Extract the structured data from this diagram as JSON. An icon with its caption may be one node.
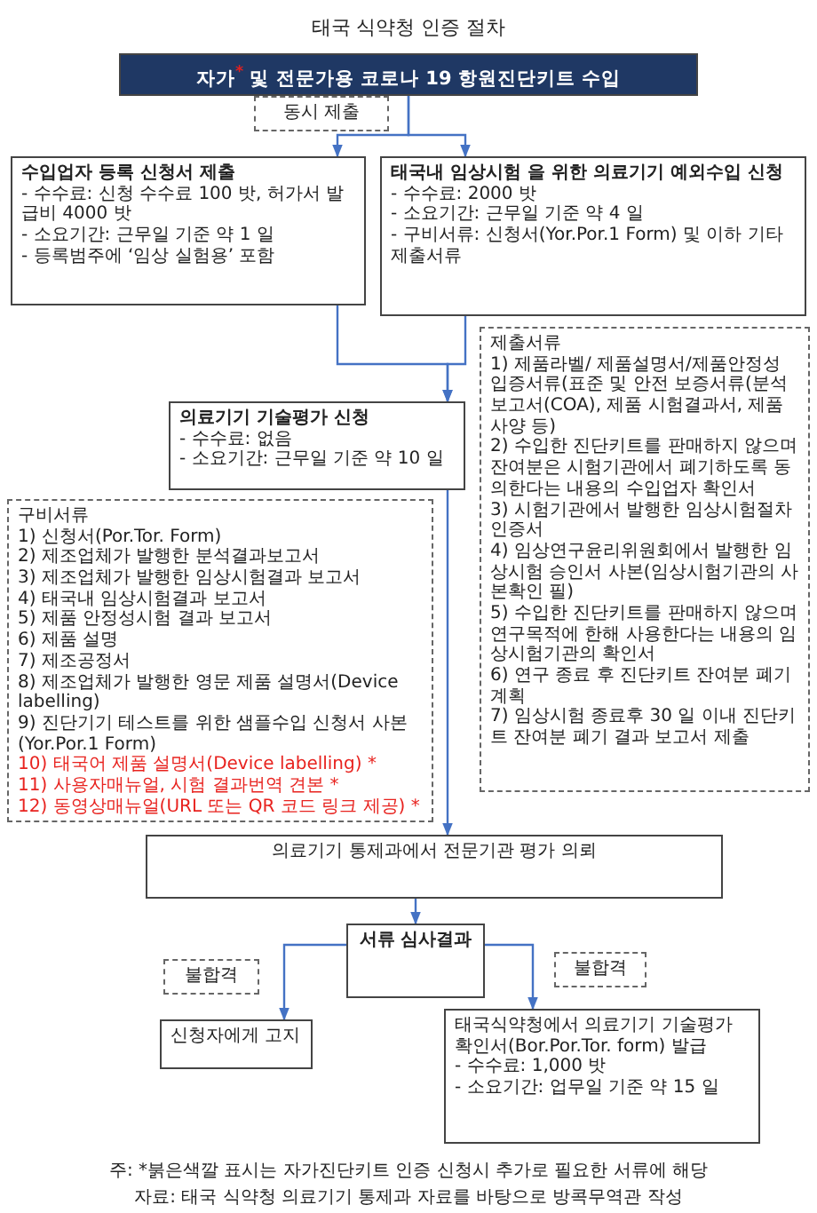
{
  "diagram": {
    "title": "태국 식약청 인증 절차",
    "nodes": [
      {
        "text": [
          "자가$^{*}$ 및 전문가용 코로나 19 항원진단키트 수입"
        ]
      },
      {
        "text": [
          "동시 제출"
        ]
      },
      {
        "text": [
          "수입업자 등록 신청서 제출",
          "- 수수료: 신청 수수료 100 밧, 허가서 발급비 4000 밧",
          "- 소요기간: 근무일 기준 약 1 일",
          "- 등록범주에 ‘임상 실험용’ 포함"
        ]
      },
      {
        "text": [
          "태국내 임상시험 을 위한 의료기기 예외수입 신청",
          "- 수수료: 2000 밧",
          "- 소요기간: 근무일 기준 약 4 일",
          "- 구비서류: 신청서(Yor.Por.1 Form) 및 이하 기타 제출서류"
        ]
      },
      {
        "text": [
          "제출서류",
          "1) 제품라벨/ 제품설명서/제품안정성 입증서류(표준 및 안전 보증서류(분석보고서(COA), 제품 시험결과서, 제품사양 등)",
          "2) 수입한 진단키트를 판매하지 않으며 잔여분은 시험기관에서 폐기하도록 동의한다는 내용의 수입업자 확인서",
          "3) 시험기관에서 발행한 임상시험절차 인증서",
          "4) 임상연구윤리위원회에서 발행한 임상시험 승인서 사본(임상시험기관의 사본확인 필)",
          "5) 수입한 진단키트를 판매하지 않으며 연구목적에 한해 사용한다는 내용의 임상시험기관의 확인서",
          "6) 연구 종료 후 진단키트 잔여분 폐기 계획",
          "7) 임상시험 종료후 30 일 이내 진단키트 잔여분 폐기 결과 보고서 제출"
        ]
      },
      {
        "text": [
          "의료기기 기술평가 신청",
          "- 수수료: 없음",
          "- 소요기간: 근무일 기준 약 10 일"
        ]
      },
      {
        "text": [
          "구비서류",
          "1) 신청서(Por.Tor. Form)",
          "2) 제조업체가 발행한 분석결과보고서",
          "3) 제조업체가 발행한 임상시험결과 보고서",
          "4) 태국내 임상시험결과 보고서",
          "5) 제품 안정성시험 결과 보고서",
          "6) 제품 설명",
          "7) 제조공정서",
          "8) 제조업체가 발행한 영문 제품 설명서(Device labelling)",
          "9) 진단기기 테스트를 위한 샘플수입 신청서 사본(Yor.Por.1 Form)",
          "10) 태국어 제품 설명서(Device labelling) *",
          "11) 사용자매뉴얼, 시험 결과번역 견본 *",
          "12) 동영상매뉴얼(URL 또는 QR 코드 링크 제공) *"
        ]
      },
      {
        "text": [
          "의료기기 통제과에서 전문기관 평가 의뢰"
        ]
      },
      {
        "text": [
          "서류 심사결과"
        ]
      },
      {
        "text": [
          "불합격"
        ]
      },
      {
        "text": [
          "신청자에게 고지"
        ]
      },
      {
        "text": [
          "불합격"
        ]
      },
      {
        "text": [
          "태국식약청에서 의료기기 기술평가확인서(Bor.Por.Tor. form) 발급",
          "- 수수료: 1,000 밧",
          "- 소요기간: 업무일 기준 약 15 일"
        ]
      }
    ],
    "edges": [
      {
        "from": 0,
        "to": 2,
        "arrow": "to"
      },
      {
        "from": 0,
        "to": 3,
        "arrow": "to"
      },
      {
        "from": 2,
        "to": 5,
        "arrow": "to"
      },
      {
        "from": 3,
        "to": 5,
        "arrow": "to"
      },
      {
        "from": 5,
        "to": 7,
        "arrow": "to"
      },
      {
        "from": 7,
        "to": 8,
        "arrow": "to"
      },
      {
        "from": 8,
        "to": 10,
        "arrow": "to"
      },
      {
        "from": 8,
        "to": 12,
        "arrow": "to"
      }
    ],
    "labels": [
      "주: *붉은색깔 표시는 자가진단키트 인증 신청시 추가로 필요한 서류에 해당",
      "자료: 태국 식약청 의료기기 통제과 자료를 바탕으로 방콕무역관 작성"
    ]
  }
}
